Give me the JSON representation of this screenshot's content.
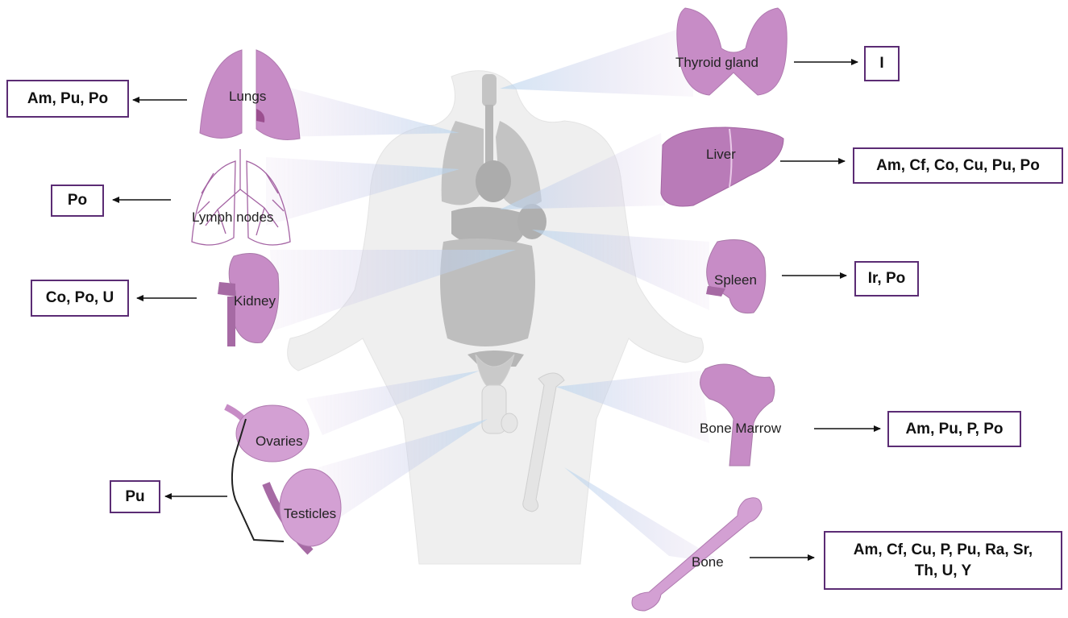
{
  "colors": {
    "organ_fill": "#c78cc6",
    "organ_dark": "#a463a3",
    "box_border": "#5b2c74",
    "body_silhouette": "#ececec",
    "beam_blue": "#bcd7ee",
    "beam_purple": "#d9c2e3"
  },
  "organs": [
    {
      "id": "lungs",
      "label": "Lungs",
      "elements": "Am, Pu, Po"
    },
    {
      "id": "lymph-nodes",
      "label": "Lymph nodes",
      "elements": "Po"
    },
    {
      "id": "kidney",
      "label": "Kidney",
      "elements": "Co, Po, U"
    },
    {
      "id": "ovaries",
      "label": "Ovaries",
      "elements": ""
    },
    {
      "id": "testicles",
      "label": "Testicles",
      "elements": ""
    },
    {
      "id": "thyroid",
      "label": "Thyroid gland",
      "elements": "I"
    },
    {
      "id": "liver",
      "label": "Liver",
      "elements": "Am, Cf, Co, Cu, Pu, Po"
    },
    {
      "id": "spleen",
      "label": "Spleen",
      "elements": "Ir, Po"
    },
    {
      "id": "bone-marrow",
      "label": "Bone Marrow",
      "elements": "Am, Pu, P, Po"
    },
    {
      "id": "bone",
      "label": "Bone",
      "elements_line1": "Am, Cf, Cu, P, Pu, Ra, Sr,",
      "elements_line2": "Th, U, Y"
    }
  ],
  "gonads_elements": "Pu"
}
